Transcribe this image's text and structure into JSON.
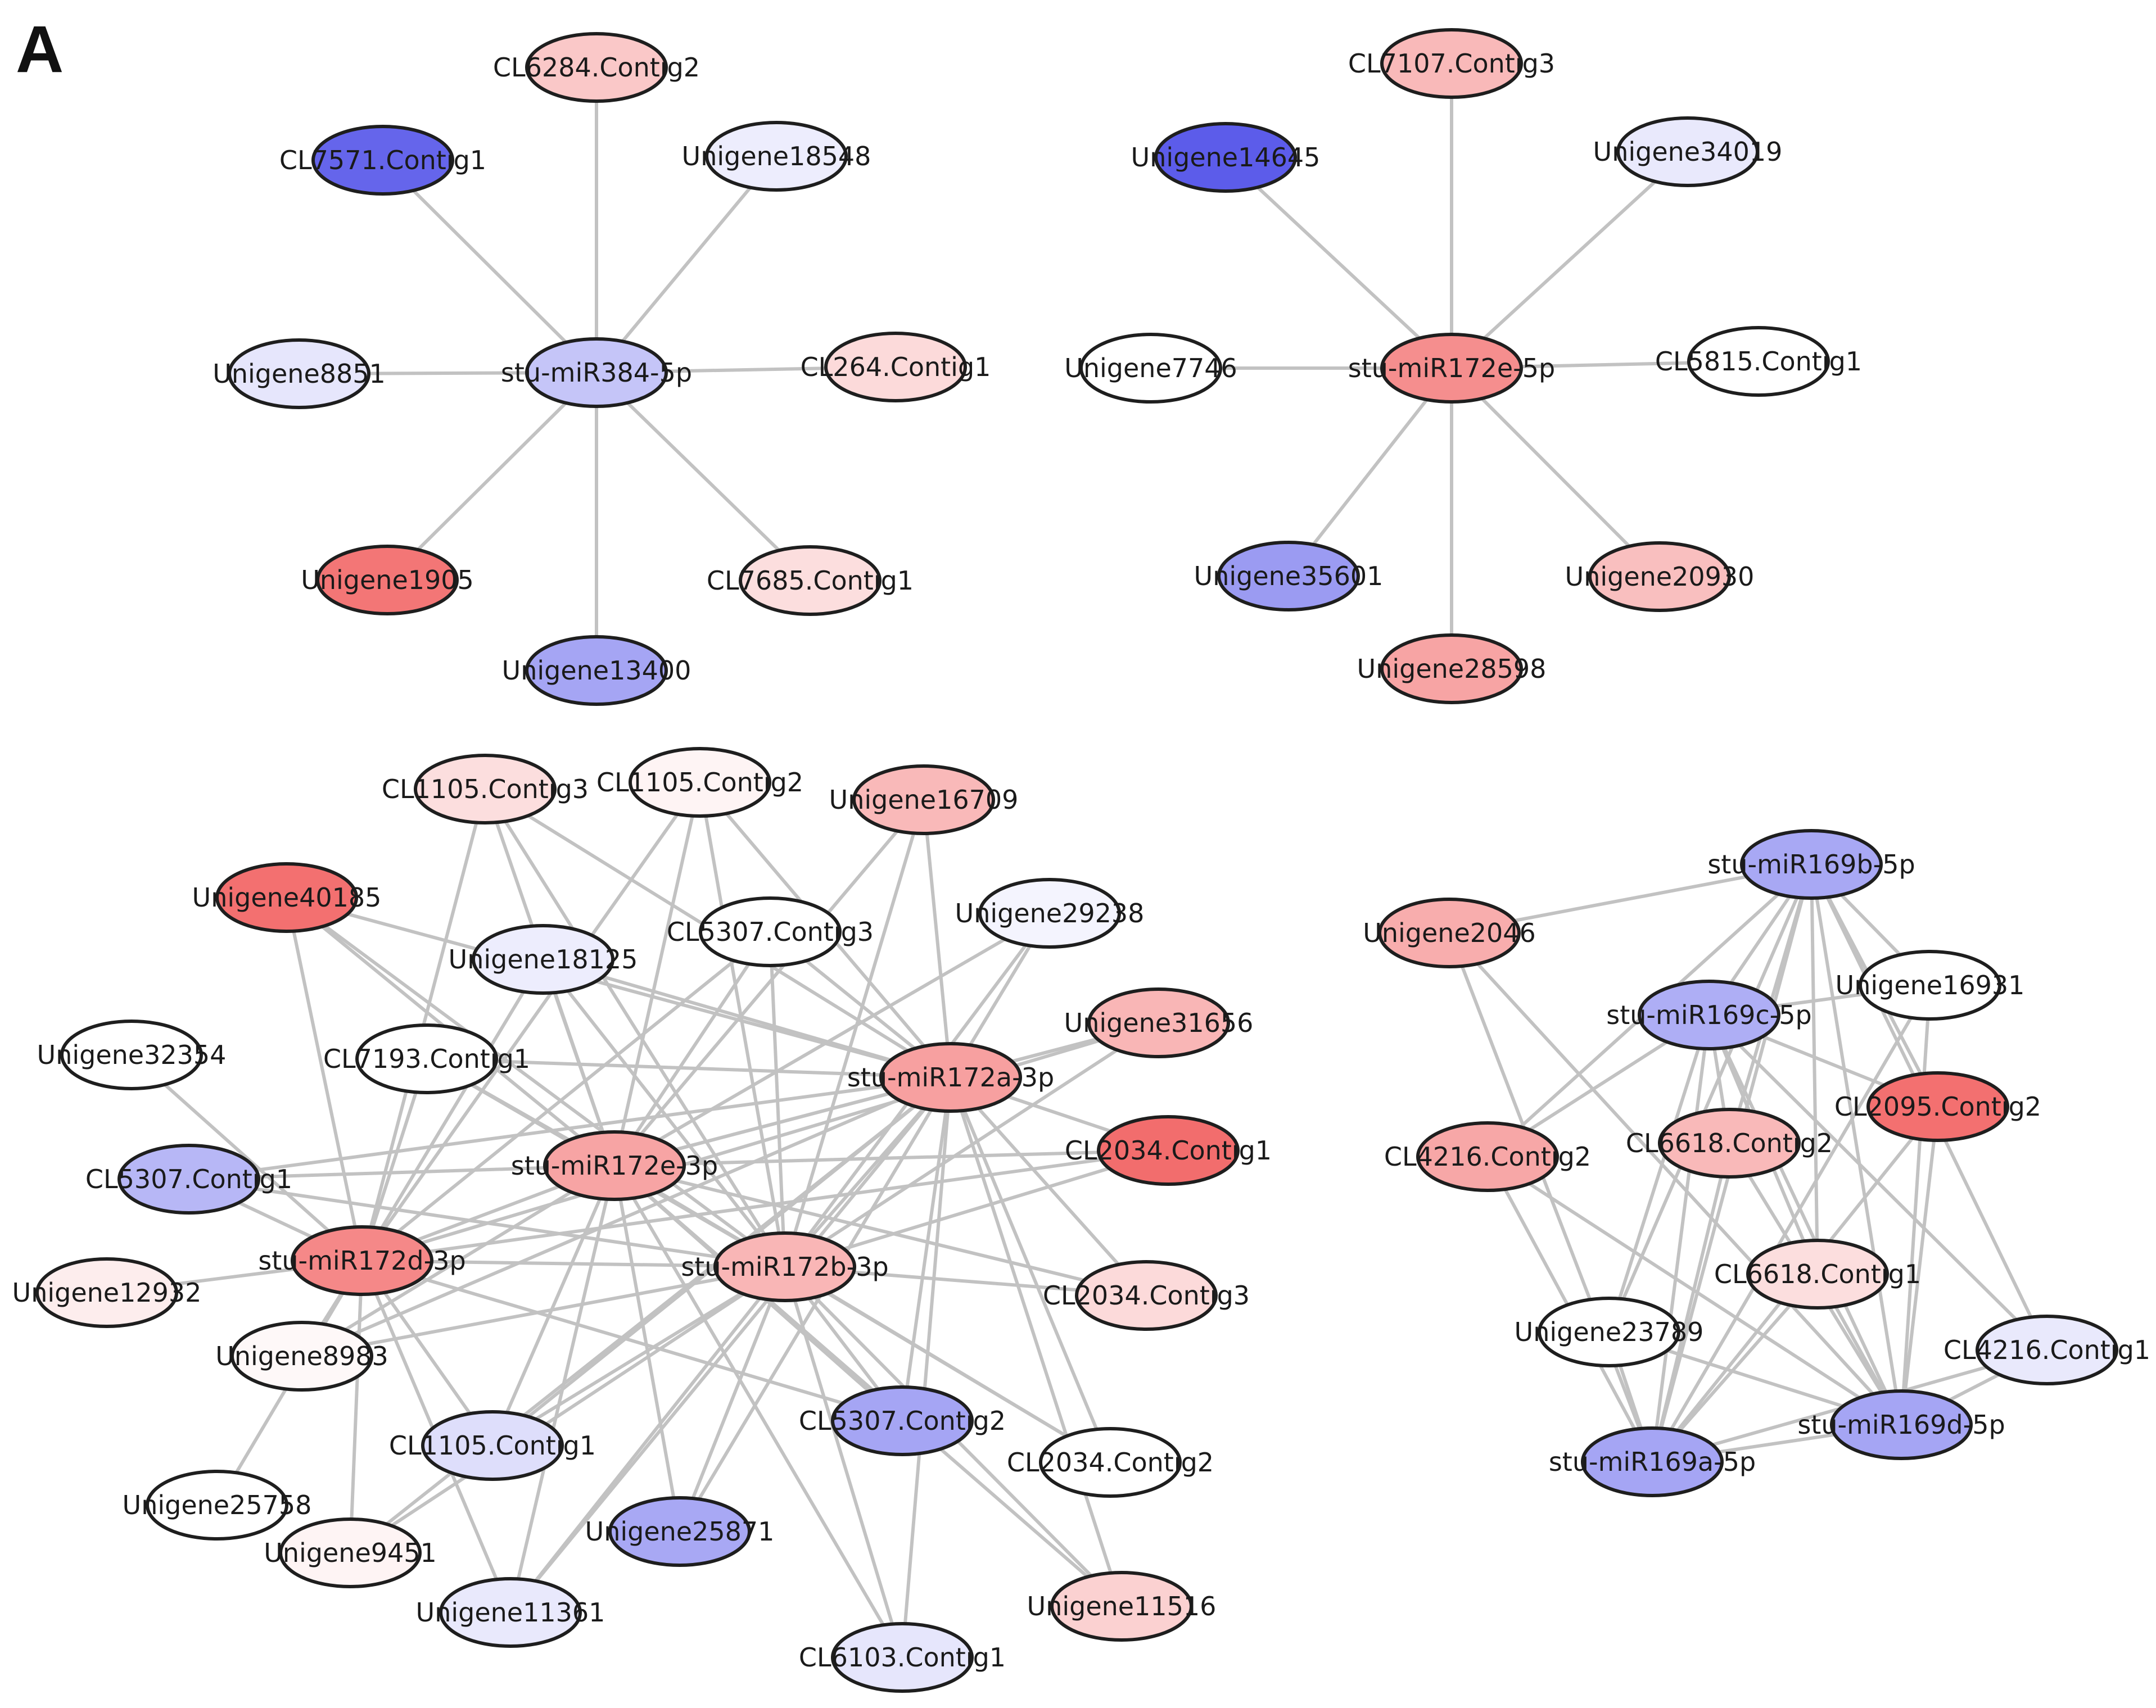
{
  "panel_label": "A",
  "colors": {
    "edge": "#c2c2c2",
    "node_stroke": "#1e1e1e",
    "scale_low": "#4a4ae8",
    "scale_mid": "#ffffff",
    "scale_high": "#ef4848"
  },
  "nodes": [
    {
      "id": "n1",
      "label": "stu-miR384-5p",
      "level": -0.32
    },
    {
      "id": "n2",
      "label": "CL6284.Contig2",
      "level": 0.3
    },
    {
      "id": "n3",
      "label": "CL7571.Contig1",
      "level": -0.85
    },
    {
      "id": "n4",
      "label": "Unigene18548",
      "level": -0.1
    },
    {
      "id": "n5",
      "label": "Unigene8851",
      "level": -0.14
    },
    {
      "id": "n6",
      "label": "CL264.Contig1",
      "level": 0.2
    },
    {
      "id": "n7",
      "label": "Unigene1905",
      "level": 0.75
    },
    {
      "id": "n8",
      "label": "CL7685.Contig1",
      "level": 0.18
    },
    {
      "id": "n9",
      "label": "Unigene13400",
      "level": -0.5
    },
    {
      "id": "m1",
      "label": "stu-miR172e-5p",
      "level": 0.62
    },
    {
      "id": "m2",
      "label": "CL7107.Contig3",
      "level": 0.38
    },
    {
      "id": "m3",
      "label": "Unigene14645",
      "level": -0.9
    },
    {
      "id": "m4",
      "label": "Unigene34019",
      "level": -0.12
    },
    {
      "id": "m5",
      "label": "Unigene7746",
      "level": 0.0
    },
    {
      "id": "m6",
      "label": "CL5815.Contig1",
      "level": 0.0
    },
    {
      "id": "m7",
      "label": "Unigene35601",
      "level": -0.55
    },
    {
      "id": "m8",
      "label": "Unigene20930",
      "level": 0.35
    },
    {
      "id": "m9",
      "label": "Unigene28598",
      "level": 0.5
    },
    {
      "id": "p1",
      "label": "CL1105.Contig3",
      "level": 0.18
    },
    {
      "id": "p2",
      "label": "CL1105.Contig2",
      "level": 0.06
    },
    {
      "id": "p3",
      "label": "Unigene16709",
      "level": 0.38
    },
    {
      "id": "p4",
      "label": "Unigene40185",
      "level": 0.78
    },
    {
      "id": "p5",
      "label": "CL5307.Contig3",
      "level": 0.0
    },
    {
      "id": "p6",
      "label": "Unigene29238",
      "level": -0.06
    },
    {
      "id": "p7",
      "label": "Unigene18125",
      "level": -0.1
    },
    {
      "id": "p8",
      "label": "CL7193.Contig1",
      "level": 0.0
    },
    {
      "id": "p9",
      "label": "Unigene31656",
      "level": 0.4
    },
    {
      "id": "p10",
      "label": "Unigene32354",
      "level": 0.0
    },
    {
      "id": "p11",
      "label": "stu-miR172a-3p",
      "level": 0.52
    },
    {
      "id": "p12",
      "label": "CL2034.Contig1",
      "level": 0.8
    },
    {
      "id": "p13",
      "label": "CL5307.Contig1",
      "level": -0.4
    },
    {
      "id": "p14",
      "label": "stu-miR172e-3p",
      "level": 0.5
    },
    {
      "id": "p15",
      "label": "stu-miR172d-3p",
      "level": 0.65
    },
    {
      "id": "p16",
      "label": "stu-miR172b-3p",
      "level": 0.4
    },
    {
      "id": "p17",
      "label": "Unigene12932",
      "level": 0.1
    },
    {
      "id": "p18",
      "label": "CL2034.Contig3",
      "level": 0.2
    },
    {
      "id": "p19",
      "label": "Unigene8983",
      "level": 0.04
    },
    {
      "id": "p20",
      "label": "CL5307.Contig2",
      "level": -0.5
    },
    {
      "id": "p21",
      "label": "CL1105.Contig1",
      "level": -0.18
    },
    {
      "id": "p22",
      "label": "CL2034.Contig2",
      "level": 0.0
    },
    {
      "id": "p23",
      "label": "Unigene25758",
      "level": 0.0
    },
    {
      "id": "p24",
      "label": "Unigene25871",
      "level": -0.48
    },
    {
      "id": "p25",
      "label": "Unigene9451",
      "level": 0.06
    },
    {
      "id": "p26",
      "label": "Unigene11361",
      "level": -0.12
    },
    {
      "id": "p27",
      "label": "Unigene11516",
      "level": 0.25
    },
    {
      "id": "p28",
      "label": "CL6103.Contig1",
      "level": -0.14
    },
    {
      "id": "q1",
      "label": "stu-miR169b-5p",
      "level": -0.48
    },
    {
      "id": "q2",
      "label": "Unigene2046",
      "level": 0.45
    },
    {
      "id": "q3",
      "label": "Unigene16931",
      "level": 0.0
    },
    {
      "id": "q4",
      "label": "stu-miR169c-5p",
      "level": -0.45
    },
    {
      "id": "q5",
      "label": "CL2095.Contig2",
      "level": 0.78
    },
    {
      "id": "q6",
      "label": "CL4216.Contig2",
      "level": 0.48
    },
    {
      "id": "q7",
      "label": "CL6618.Contig2",
      "level": 0.38
    },
    {
      "id": "q8",
      "label": "CL6618.Contig1",
      "level": 0.18
    },
    {
      "id": "q9",
      "label": "Unigene23789",
      "level": 0.0
    },
    {
      "id": "q10",
      "label": "CL4216.Contig1",
      "level": -0.12
    },
    {
      "id": "q11",
      "label": "stu-miR169d-5p",
      "level": -0.5
    },
    {
      "id": "q12",
      "label": "stu-miR169a-5p",
      "level": -0.5
    }
  ]
}
